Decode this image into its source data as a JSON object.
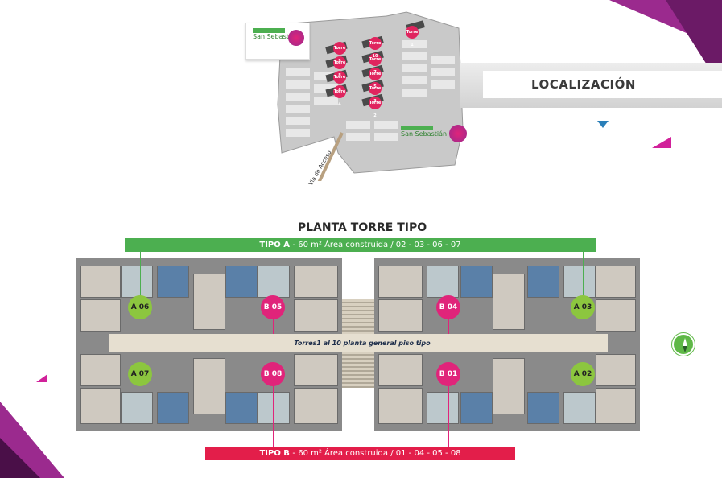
{
  "location": {
    "title": "LOCALIZACIÓN",
    "access_road": "Vía de Acceso",
    "brand_top": "San Sebastián",
    "brand_bottom": "San Sebastián",
    "towers": [
      {
        "label": "Torre 1"
      },
      {
        "label": "Torre 2"
      },
      {
        "label": "Torre 3"
      },
      {
        "label": "Torre 4"
      },
      {
        "label": "Torre 5"
      },
      {
        "label": "Torre 6"
      },
      {
        "label": "Torre 7"
      },
      {
        "label": "Torre 8"
      },
      {
        "label": "Torre 9"
      },
      {
        "label": "Torre 10"
      }
    ]
  },
  "plan": {
    "title": "PLANTA TORRE TIPO",
    "type_a": {
      "name": "TIPO A",
      "area": "- 60 m² Área construida / 02 - 03 - 06 - 07"
    },
    "type_b": {
      "name": "TIPO B",
      "area": "- 60 m² Área construida / 01 - 04 - 05 - 08"
    },
    "corridor": "Torres1 al 10 planta general piso tipo",
    "units": {
      "a06": "A 06",
      "b05": "B 05",
      "b04": "B 04",
      "a03": "A 03",
      "a07": "A 07",
      "b08": "B 08",
      "b01": "B 01",
      "a02": "A 02"
    }
  },
  "colors": {
    "green": "#4caf50",
    "magenta": "#e31e4a",
    "lime": "#8cc63f",
    "pink": "#e0247a",
    "purple": "#9b2a8e"
  }
}
